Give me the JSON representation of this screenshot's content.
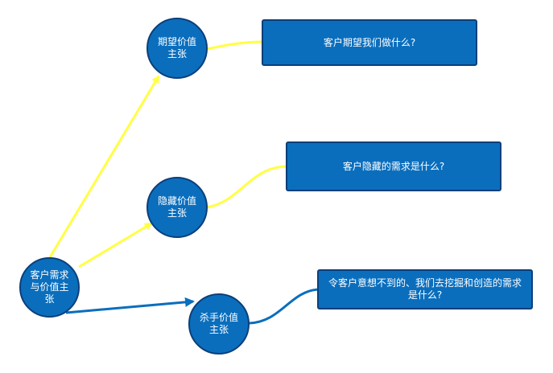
{
  "nodes": {
    "root": {
      "label": "客户需求与价值主张"
    },
    "expected": {
      "label": "期望价值主张"
    },
    "hidden": {
      "label": "隐藏价值主张"
    },
    "killer": {
      "label": "杀手价值主张"
    }
  },
  "details": {
    "expected": {
      "label": "客户期望我们做什么?"
    },
    "hidden": {
      "label": "客户隐藏的需求是什么?"
    },
    "killer": {
      "label": "令客户意想不到的、我们去挖掘和创造的需求是什么?"
    }
  },
  "colors": {
    "node_fill": "#0a6ebd",
    "node_border": "#0b3f7a",
    "yellow_connector": "#ffff44",
    "blue_connector": "#0a6ebd"
  }
}
